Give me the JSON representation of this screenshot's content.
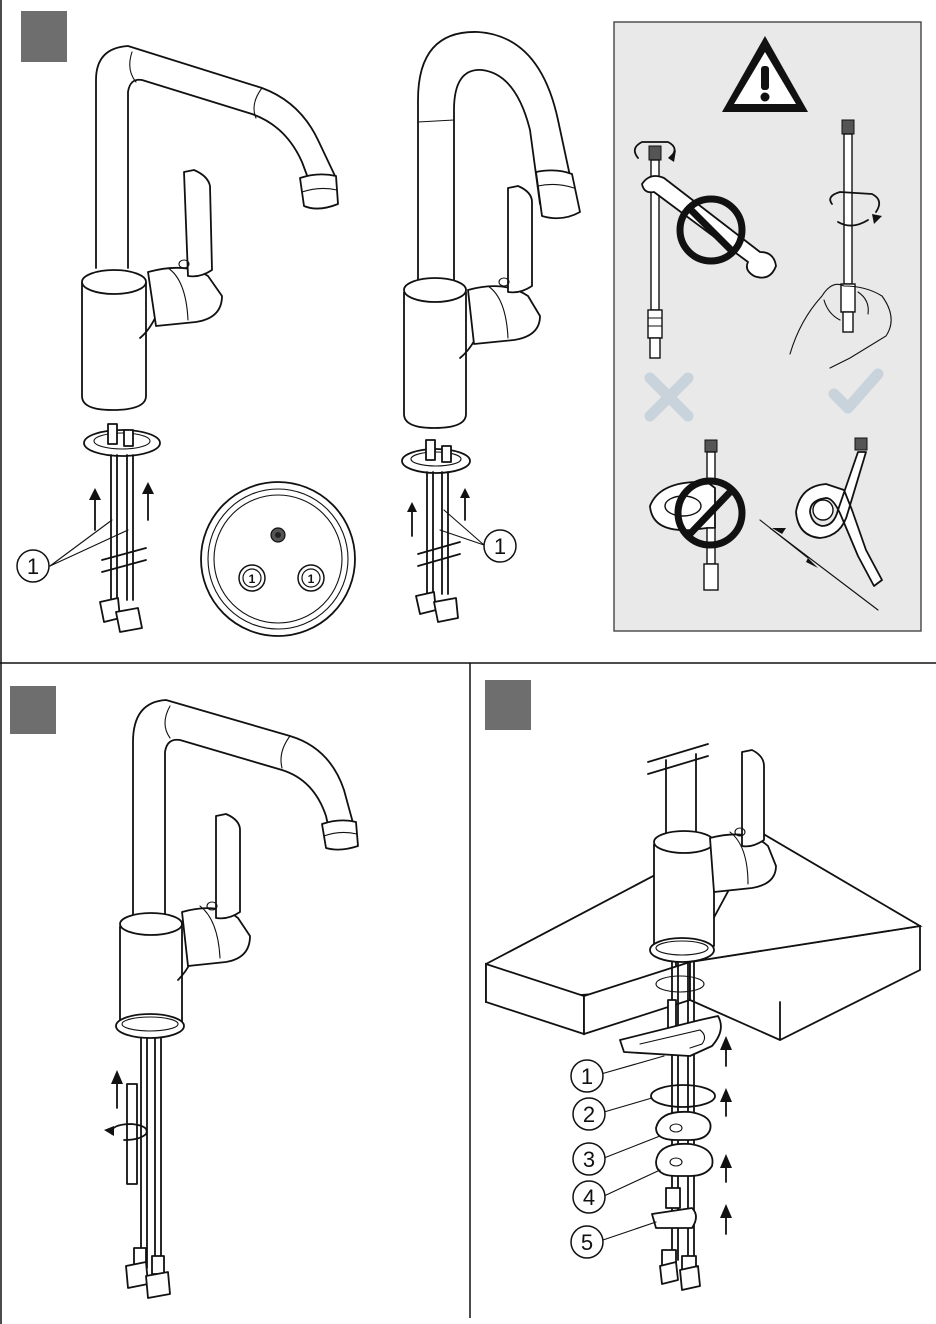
{
  "colors": {
    "step_box": "#6e6e6e",
    "warning_panel_bg": "#e9e9e9",
    "line": "#111111",
    "cross_mark": "#c9d3dc",
    "check_mark": "#c9d3dc"
  },
  "icons": {
    "warning": "warning-triangle-icon",
    "no_wrench": "prohibited-wrench-icon",
    "hand_tighten": "hand-tighten-icon",
    "no_kink": "prohibited-kink-icon",
    "bend_radius": "bend-radius-icon",
    "wrong": "cross-mark-icon",
    "correct": "check-mark-icon"
  },
  "callouts": {
    "step1_left": "1",
    "step1_disc_a": "1",
    "step1_disc_b": "1",
    "step1_right": "1",
    "step3_items": [
      "1",
      "2",
      "3",
      "4",
      "5"
    ]
  }
}
